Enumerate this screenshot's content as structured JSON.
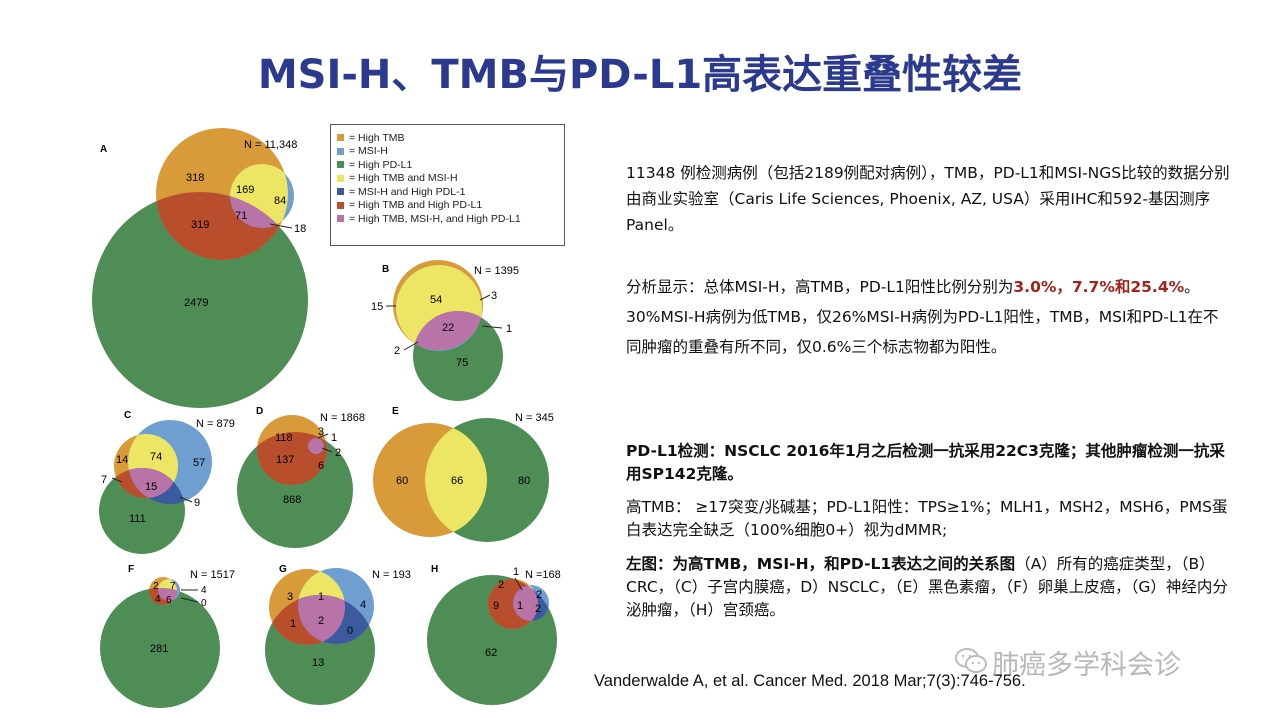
{
  "title": "MSI-H、TMB与PD-L1高表达重叠性较差",
  "legend": {
    "items": [
      {
        "label": "= High TMB",
        "color": "#d99a3a"
      },
      {
        "label": "= MSI-H",
        "color": "#6f9fd0"
      },
      {
        "label": "= High PD-L1",
        "color": "#4f8d56"
      },
      {
        "label": "= High TMB and MSI-H",
        "color": "#ede564"
      },
      {
        "label": "= MSI-H and High PDL-1",
        "color": "#3c5a9e"
      },
      {
        "label": "= High TMB and High PD-L1",
        "color": "#b94e2d"
      },
      {
        "label": "= High TMB, MSI-H, and High PD-L1",
        "color": "#b874a8"
      }
    ]
  },
  "panels": {
    "A": {
      "letter": "A",
      "n": "N = 11,348",
      "v": [
        "318",
        "169",
        "84",
        "319",
        "71",
        "18",
        "2479"
      ]
    },
    "B": {
      "letter": "B",
      "n": "N = 1395",
      "v": [
        "54",
        "15",
        "3",
        "22",
        "1",
        "2",
        "75"
      ]
    },
    "C": {
      "letter": "C",
      "n": "N = 879",
      "v": [
        "74",
        "14",
        "57",
        "7",
        "15",
        "9",
        "111"
      ]
    },
    "D": {
      "letter": "D",
      "n": "N = 1868",
      "v": [
        "118",
        "3",
        "1",
        "137",
        "2",
        "6",
        "868"
      ]
    },
    "E": {
      "letter": "E",
      "n": "N = 345",
      "v": [
        "60",
        "66",
        "80"
      ]
    },
    "F": {
      "letter": "F",
      "n": "N = 1517",
      "v": [
        "2",
        "7",
        "4",
        "4",
        "6",
        "0",
        "281"
      ]
    },
    "G": {
      "letter": "G",
      "n": "N = 193",
      "v": [
        "3",
        "1",
        "4",
        "1",
        "2",
        "0",
        "13"
      ]
    },
    "H": {
      "letter": "H",
      "n": "N =168",
      "v": [
        "2",
        "1",
        "2",
        "9",
        "1",
        "2",
        "62"
      ]
    }
  },
  "text": {
    "p1": "11348 例检测病例（包括2189例配对病例），TMB，PD-L1和MSI-NGS比较的数据分别由商业实验室（Caris Life Sciences, Phoenix, AZ, USA）采用IHC和592-基因测序Panel。",
    "p2_a": "分析显示：总体MSI-H，高TMB，PD-L1阳性比例分别为",
    "p2_red": "3.0%，7.7%和25.4%",
    "p2_b": "。30%MSI-H病例为低TMB，仅26%MSI-H病例为PD-L1阳性，TMB，MSI和PD-L1在不同肿瘤的重叠有所不同，仅0.6%三个标志物都为阳性。",
    "p3": "PD-L1检测：NSCLC  2016年1月之后检测一抗采用22C3克隆；其他肿瘤检测一抗采用SP142克隆。",
    "p4": "高TMB：  ≥17突变/兆碱基；PD-L1阳性：TPS≥1%；MLH1，MSH2，MSH6，PMS蛋白表达完全缺乏（100%细胞0+）视为dMMR;",
    "p5_bold": "左图：为高TMB，MSI-H，和PD-L1表达之间的关系图",
    "p5_rest": "（A）所有的癌症类型，（B）CRC，（C）子宫内膜癌，D）NSCLC，（E）黑色素瘤，（F）卵巢上皮癌，（G）神经内分泌肿瘤，（H）宫颈癌。"
  },
  "citation": "Vanderwalde A, et al. Cancer Med. 2018 Mar;7(3):746-756.",
  "watermark": "肺癌多学科会诊",
  "colors": {
    "title": "#2b3a8f",
    "tmb": "#d99a3a",
    "msi": "#6f9fd0",
    "pdl1": "#4f8d56",
    "red": "#a3221b"
  }
}
